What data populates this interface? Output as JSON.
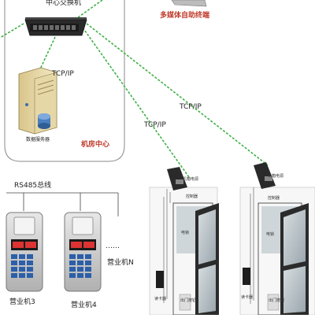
{
  "labels": {
    "switch": "中心交换机",
    "kiosk": "多媒体自助终端",
    "server": "数据服务器",
    "machine_room": "机房中心",
    "tcp_server": "TCP/IP",
    "tcp_door1": "TCP/IP",
    "tcp_door2": "TCP/IP",
    "rs485": "RS485总线",
    "ellipsis": "……",
    "terminal_3": "营业机3",
    "terminal_4": "营业机4",
    "terminal_n": "营业机N",
    "door1_power": "机箱电源",
    "door1_ctrl": "控制器",
    "door1_lock": "电锁",
    "door1_reader": "读卡器",
    "door1_button": "出门按钮",
    "door2_power": "机箱电源",
    "door2_ctrl": "控制器",
    "door2_lock": "电锁",
    "door2_reader": "读卡器",
    "door2_button": "出门按钮"
  },
  "colors": {
    "network_line": "#3cb043",
    "room_border": "#888888",
    "title_red": "#c0392b",
    "door_frame": "#2b2b2b",
    "glass": "#bfc9cf",
    "wire": "#555555"
  },
  "icons": [
    "network-switch-icon",
    "server-icon",
    "card-terminal-icon",
    "door-icon",
    "card-reader-icon",
    "exit-button-icon"
  ]
}
